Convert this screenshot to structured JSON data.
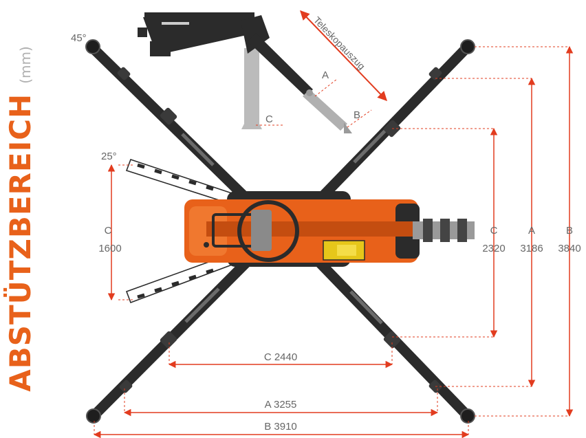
{
  "title": "ABSTÜTZBEREICH",
  "unit": "(mm)",
  "colors": {
    "orange": "#e8611a",
    "orange_dark": "#c44d10",
    "dark": "#2b2b2b",
    "gray": "#9a9a9a",
    "line": "#8a8a8a",
    "accent_dim": "#e23c1f"
  },
  "labels": {
    "angle_45": "45°",
    "angle_25": "25°",
    "telescope": "Teleskopauszug",
    "inset_a": "A",
    "inset_b": "B",
    "inset_c": "C",
    "left_c_letter": "C",
    "left_c_value": "1600",
    "c_letter": "C",
    "c_value": "2320",
    "a_letter": "A",
    "a_value": "3186",
    "b_letter": "B",
    "b_value": "3840",
    "bottom_c": "C 2440",
    "bottom_a": "A 3255",
    "bottom_b": "B 3910"
  }
}
